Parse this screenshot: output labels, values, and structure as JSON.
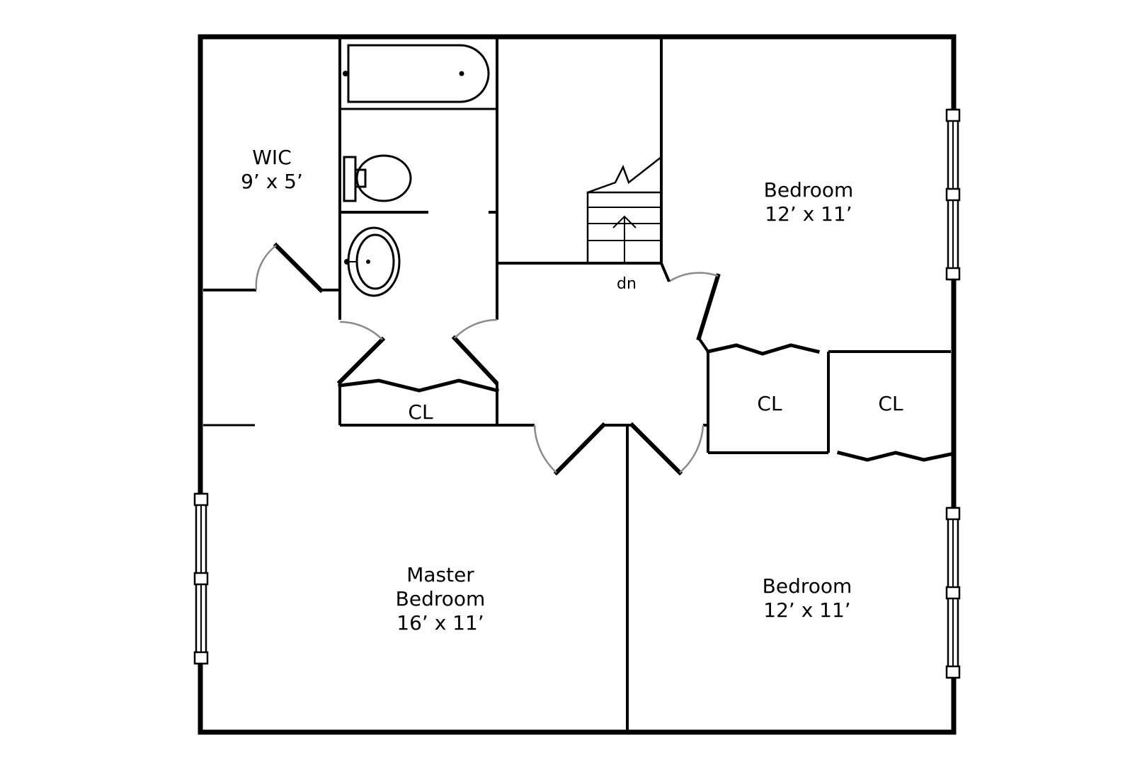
{
  "rooms": {
    "wic": {
      "name": "WIC",
      "size": "9’ x 5’"
    },
    "bedroom_upper": {
      "name": "Bedroom",
      "size": "12’ x 11’"
    },
    "bedroom_lower": {
      "name": "Bedroom",
      "size": "12’ x 11’"
    },
    "master": {
      "line1": "Master",
      "line2": "Bedroom",
      "size": "16’ x 11’"
    },
    "closets": [
      "CL",
      "CL",
      "CL"
    ]
  },
  "stairs": {
    "label": "dn"
  }
}
